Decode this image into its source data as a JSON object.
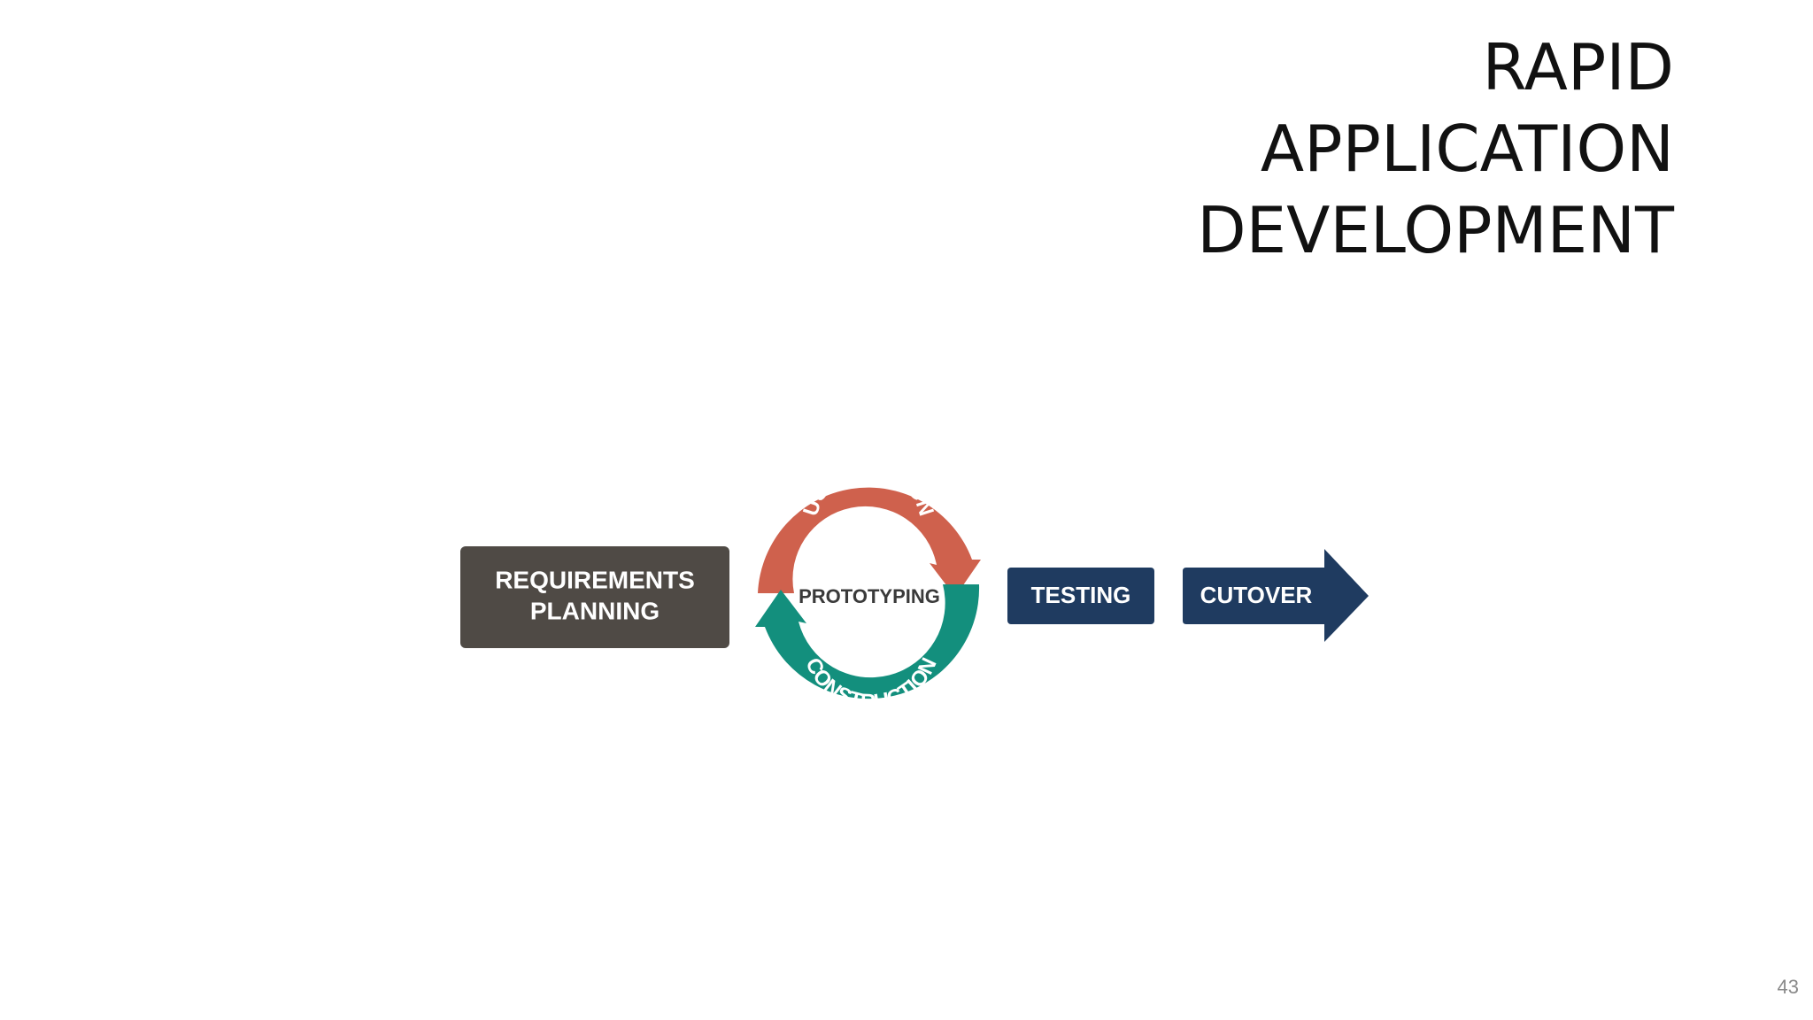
{
  "slide": {
    "title_lines": [
      "RAPID",
      "APPLICATION",
      "DEVELOPMENT"
    ],
    "page_number": "43"
  },
  "diagram": {
    "requirements_line1": "REQUIREMENTS",
    "requirements_line2": "PLANNING",
    "cycle_top": "USER DESIGN",
    "cycle_center": "PROTOTYPING",
    "cycle_bottom": "CONSTRUCTION",
    "testing": "TESTING",
    "cutover": "CUTOVER",
    "colors": {
      "requirements": "#4f4a45",
      "user_design": "#cf614d",
      "construction": "#138f7d",
      "testing": "#1f3b60",
      "cutover": "#1f3b60"
    }
  }
}
